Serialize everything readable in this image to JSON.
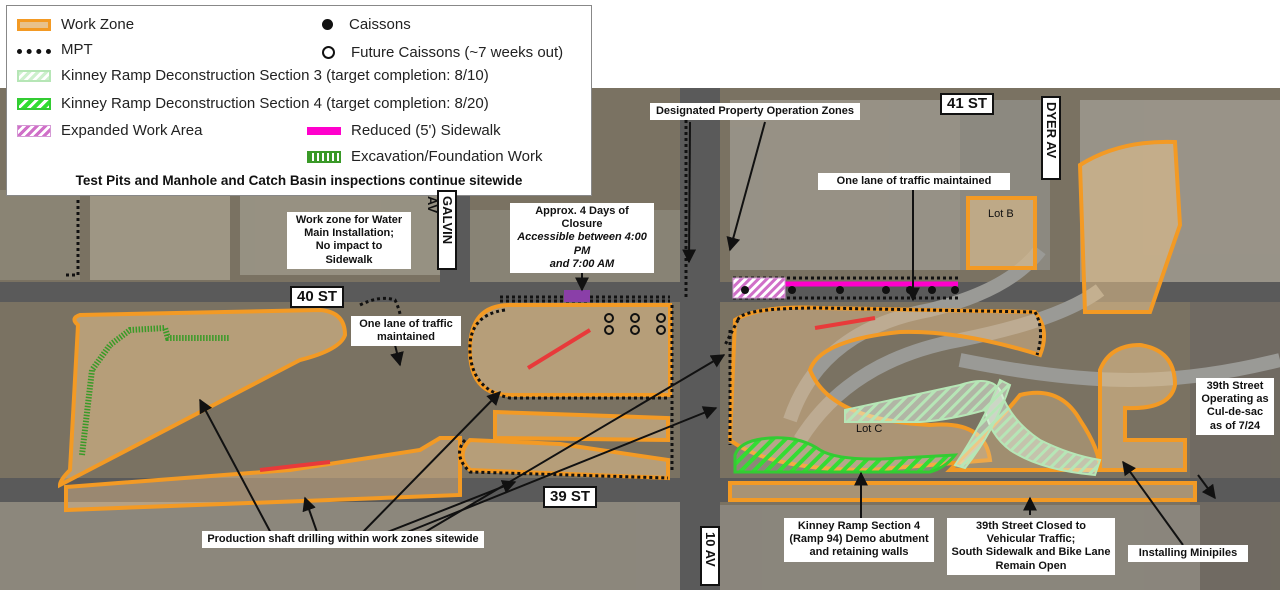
{
  "legend": {
    "work_zone": "Work Zone",
    "mpt": "MPT",
    "section3": "Kinney Ramp Deconstruction Section 3 (target completion: 8/10)",
    "section4": "Kinney Ramp Deconstruction Section 4 (target completion: 8/20)",
    "expanded": "Expanded Work Area",
    "caissons": "Caissons",
    "future_caissons": "Future Caissons (~7 weeks out)",
    "reduced_sidewalk": "Reduced (5') Sidewalk",
    "excavation": "Excavation/Foundation Work",
    "footnote": "Test Pits and Manhole and Catch Basin inspections continue sitewide"
  },
  "colors": {
    "work_zone_stroke": "#f39a24",
    "work_zone_fill": "#e8c28d",
    "mpt": "#111111",
    "section3": "#b6e6b6",
    "section4": "#33cc33",
    "expanded": "#d070c8",
    "reduced_sidewalk": "#ff00cc",
    "excavation": "#3a9a28",
    "drill": "#e83a3a"
  },
  "streets": {
    "st41": "41 ST",
    "st40": "40 ST",
    "st39": "39 ST",
    "dyer": "DYER AV",
    "galvin": "GALVIN AV",
    "av10": "10 AV"
  },
  "callouts": {
    "water_main": [
      "Work zone for Water",
      "Main Installation;",
      "No impact to",
      "Sidewalk"
    ],
    "closure": [
      "Approx. 4 Days of Closure",
      "Accessible between 4:00 PM",
      "and 7:00 AM"
    ],
    "designated": "Designated Property Operation Zones",
    "one_lane_north": "One lane of traffic maintained",
    "one_lane_40": [
      "One lane of traffic",
      "maintained"
    ],
    "cul_de_sac": [
      "39th Street",
      "Operating as",
      "Cul-de-sac",
      "as of 7/24"
    ],
    "shaft": "Production shaft drilling within work zones sitewide",
    "kinney4": [
      "Kinney Ramp Section 4",
      "(Ramp 94) Demo abutment",
      "and retaining walls"
    ],
    "closed39": [
      "39th Street Closed to",
      "Vehicular Traffic;",
      "South Sidewalk and Bike Lane",
      "Remain Open"
    ],
    "minipiles": "Installing Minipiles"
  },
  "lots": {
    "lot_b": "Lot B",
    "lot_c": "Lot C"
  }
}
